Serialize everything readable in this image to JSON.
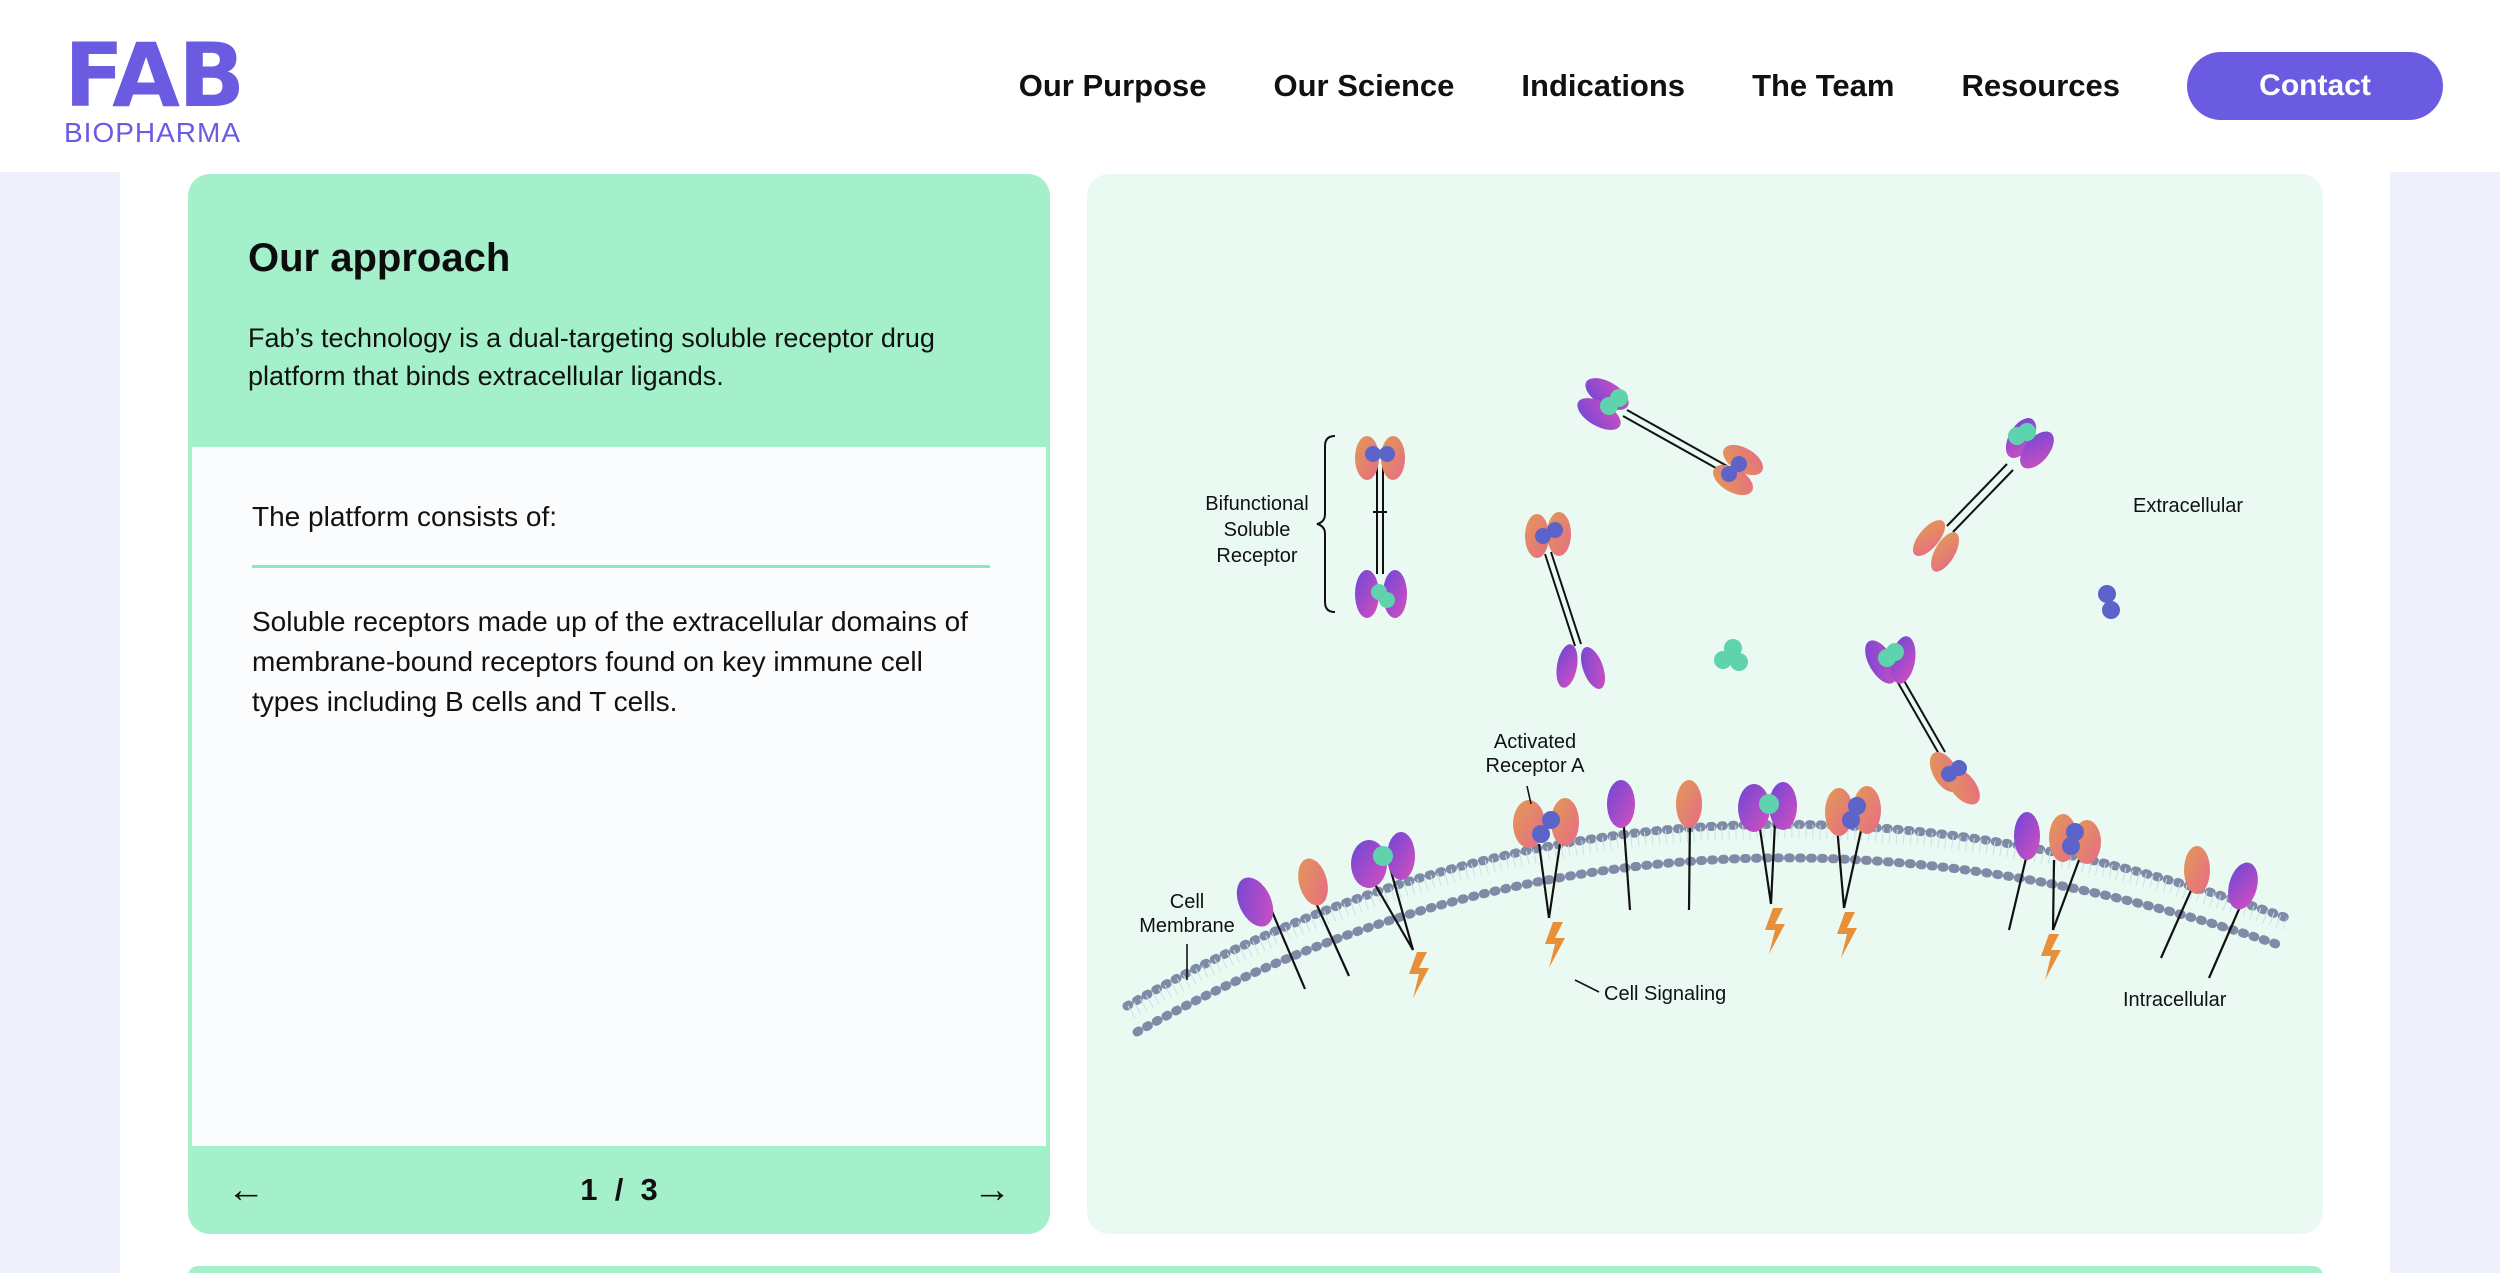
{
  "brand": {
    "name": "FAB",
    "sub": "BIOPHARMA",
    "color": "#6a5be0"
  },
  "nav": {
    "items": [
      "Our Purpose",
      "Our Science",
      "Indications",
      "The Team",
      "Resources"
    ],
    "contact_label": "Contact"
  },
  "approach": {
    "title": "Our approach",
    "intro": "Fab’s technology is a dual-targeting soluble receptor drug platform that binds extracellular ligands.",
    "consists_label": "The platform consists of:",
    "body": "Soluble receptors made up of the extracellular domains of membrane-bound receptors found on key immune cell types including B cells and T cells.",
    "pager": {
      "current": "1",
      "separator": "/",
      "total": "3"
    },
    "prev_icon": "arrow-left-icon",
    "next_icon": "arrow-right-icon"
  },
  "diagram": {
    "labels": {
      "bifunctional_1": "Bifunctional",
      "bifunctional_2": "Soluble",
      "bifunctional_3": "Receptor",
      "extracellular": "Extracellular",
      "activated_1": "Activated",
      "activated_2": "Receptor A",
      "cell_1": "Cell",
      "cell_2": "Membrane",
      "cell_signaling": "Cell Signaling",
      "intracellular": "Intracellular"
    },
    "colors": {
      "orange": "#e8925a",
      "purple": "#9a45d8",
      "blue": "#5c63c9",
      "teal": "#5fd3ad",
      "bolt": "#e88f3a",
      "membrane": "#7f8aa6"
    }
  }
}
